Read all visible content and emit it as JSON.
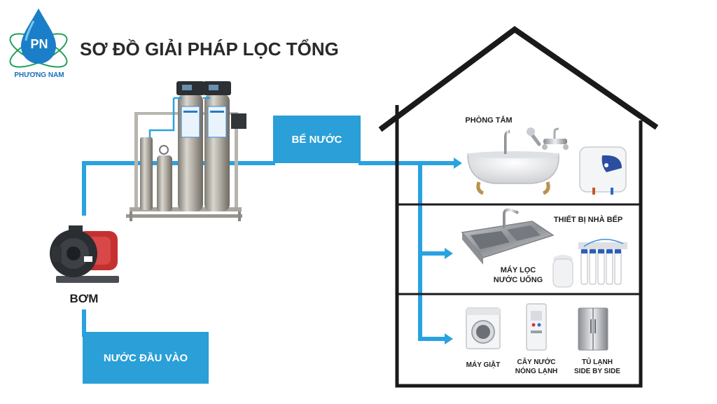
{
  "logo": {
    "initials": "PN",
    "brand": "PHƯƠNG NAM"
  },
  "title": "SƠ ĐỒ GIẢI PHÁP LỌC TỔNG",
  "labels": {
    "pump": "BƠM",
    "water_in": "NƯỚC ĐẦU VÀO",
    "tank": "BỂ NƯỚC",
    "bathroom": "PHÒNG TẮM",
    "kitchen": "THIẾT BỊ NHÀ BẾP",
    "purifier_line1": "MÁY LỌC",
    "purifier_line2": "NƯỚC UỐNG",
    "washer": "MÁY GIẶT",
    "dispenser_line1": "CÂY NƯỚC",
    "dispenser_line2": "NÓNG LẠNH",
    "fridge_line1": "TỦ LẠNH",
    "fridge_line2": "SIDE BY SIDE"
  },
  "colors": {
    "pipe": "#29a3e0",
    "box": "#2a9fd8",
    "house": "#1a1a1a",
    "title": "#2a2a2a"
  },
  "icons": [
    "droplet-logo",
    "water-pump",
    "filter-system",
    "bathtub",
    "shower-faucet",
    "water-heater",
    "kitchen-sink",
    "ro-purifier",
    "washing-machine",
    "water-dispenser",
    "side-by-side-fridge"
  ]
}
